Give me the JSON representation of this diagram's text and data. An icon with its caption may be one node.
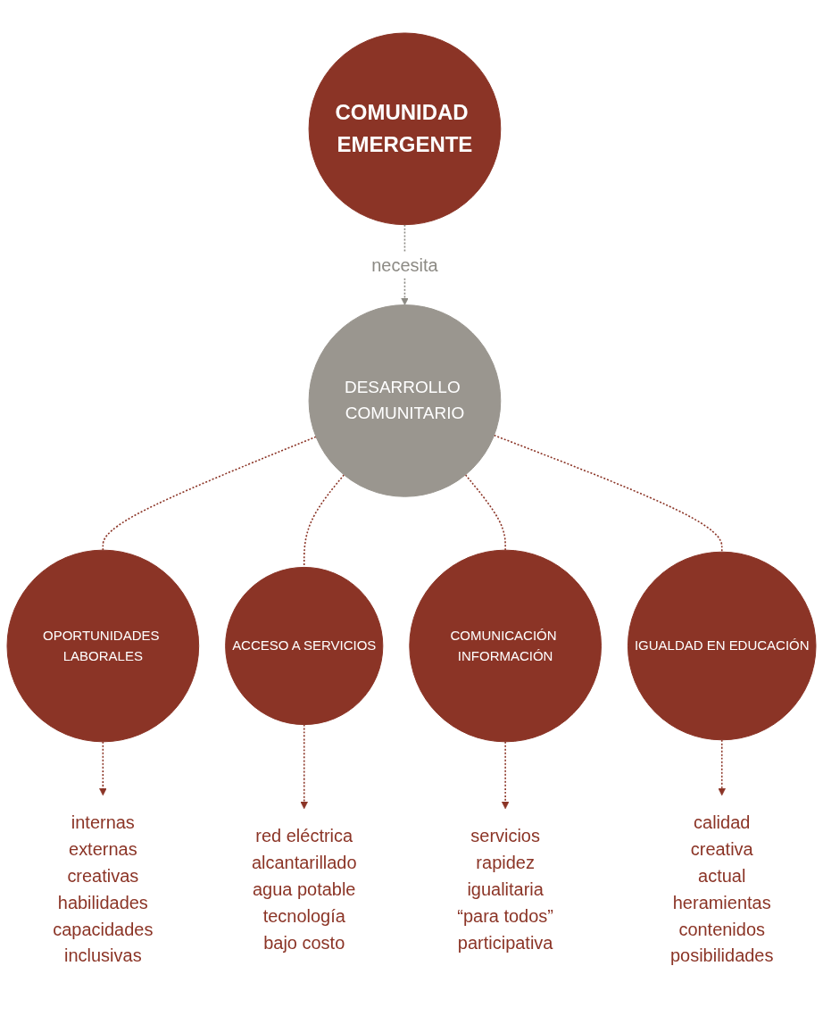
{
  "diagram": {
    "nodes": [
      {
        "text": [
          "COMUNIDAD EMERGENTE"
        ]
      },
      {
        "text": [
          "DESARROLLO COMUNITARIO"
        ]
      },
      {
        "text": [
          "OPORTUNIDADES LABORALES"
        ]
      },
      {
        "text": [
          "ACCESO A SERVICIOS"
        ]
      },
      {
        "text": [
          "COMUNICACIÓN INFORMACIÓN"
        ]
      },
      {
        "text": [
          "IGUALDAD EN EDUCACIÓN"
        ]
      },
      {
        "text": [
          "internas",
          "externas",
          "creativas",
          "habilidades",
          "capacidades",
          "inclusivas"
        ]
      },
      {
        "text": [
          "red eléctrica",
          "alcantarillado",
          "agua potable",
          "tecnología",
          "bajo costo"
        ]
      },
      {
        "text": [
          "servicios",
          "rapidez",
          "igualitaria",
          "“para todos”",
          "participativa"
        ]
      },
      {
        "text": [
          "calidad",
          "creativa",
          "actual",
          "heramientas",
          "contenidos",
          "posibilidades"
        ]
      }
    ],
    "edges": [
      {
        "from": 0,
        "to": 1,
        "arrow": "to",
        "label": "necesita",
        "style": "dashed",
        "color": "#8c8a84"
      },
      {
        "from": 1,
        "to": 2,
        "arrow": "none",
        "style": "dashed"
      },
      {
        "from": 1,
        "to": 3,
        "arrow": "none",
        "style": "dashed"
      },
      {
        "from": 1,
        "to": 4,
        "arrow": "none",
        "style": "dashed"
      },
      {
        "from": 1,
        "to": 5,
        "arrow": "none",
        "style": "dashed"
      },
      {
        "from": 2,
        "to": 6,
        "arrow": "to",
        "style": "dashed"
      },
      {
        "from": 3,
        "to": 7,
        "arrow": "to",
        "style": "dashed"
      },
      {
        "from": 4,
        "to": 8,
        "arrow": "to",
        "style": "dashed"
      },
      {
        "from": 5,
        "to": 9,
        "arrow": "to",
        "style": "dashed"
      }
    ]
  }
}
